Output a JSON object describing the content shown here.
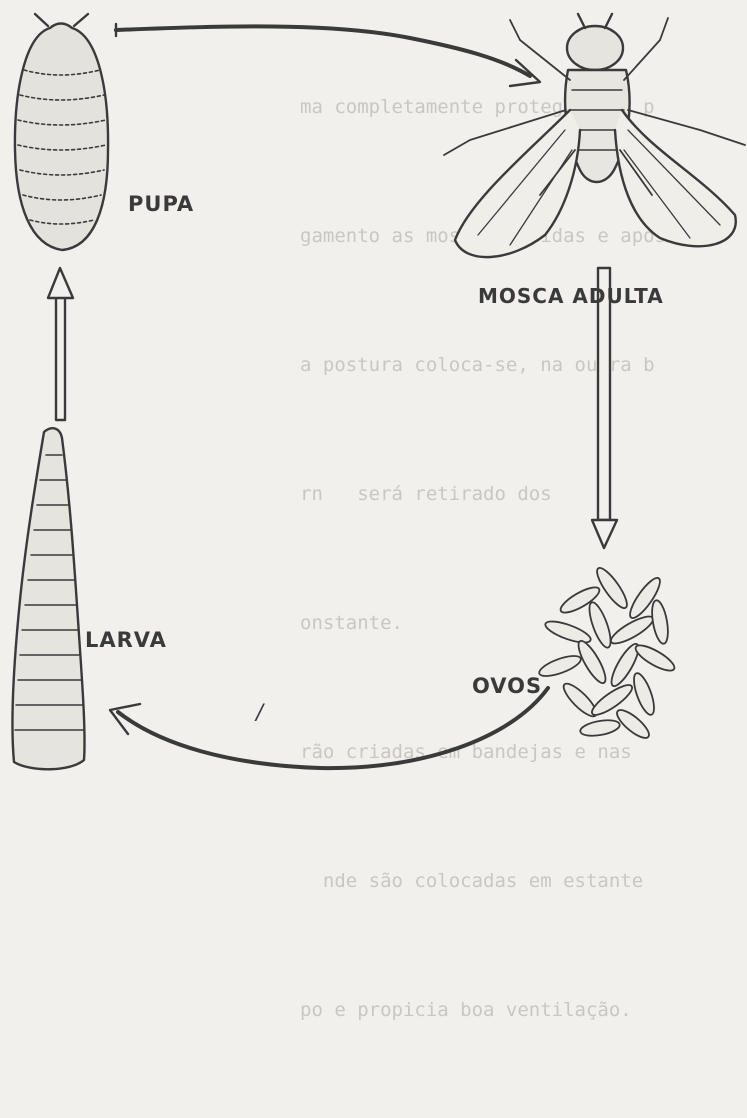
{
  "bleed_text": [
    "ma completamente protegida da p",
    "gamento as moscas obtidas e após",
    "a postura coloca-se, na outra b",
    "rn   será retirado dos",
    "onstante.",
    "rão criadas em bandejas e nas",
    "  nde são colocadas em estante",
    "po e propicia boa ventilação."
  ],
  "stages": {
    "pupa": "PUPA",
    "adult": "MOSCA ADULTA",
    "eggs": "OVOS",
    "larva": "LARVA"
  },
  "stray_mark": "/"
}
